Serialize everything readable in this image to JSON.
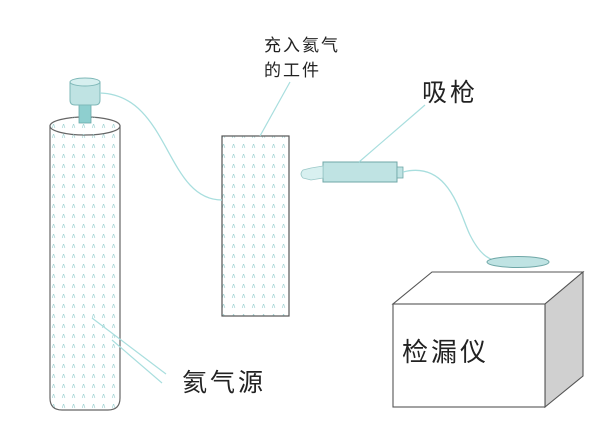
{
  "labels": {
    "workpiece_line1": "充入氦气",
    "workpiece_line2": "的工件",
    "gun": "吸枪",
    "source": "氦气源",
    "detector": "检漏仪"
  },
  "colors": {
    "line": "#a8dede",
    "outline": "#555555",
    "teal_part": "#bfe3e3",
    "dot": "#9fd3d3",
    "box_side": "#d0d0d0"
  }
}
